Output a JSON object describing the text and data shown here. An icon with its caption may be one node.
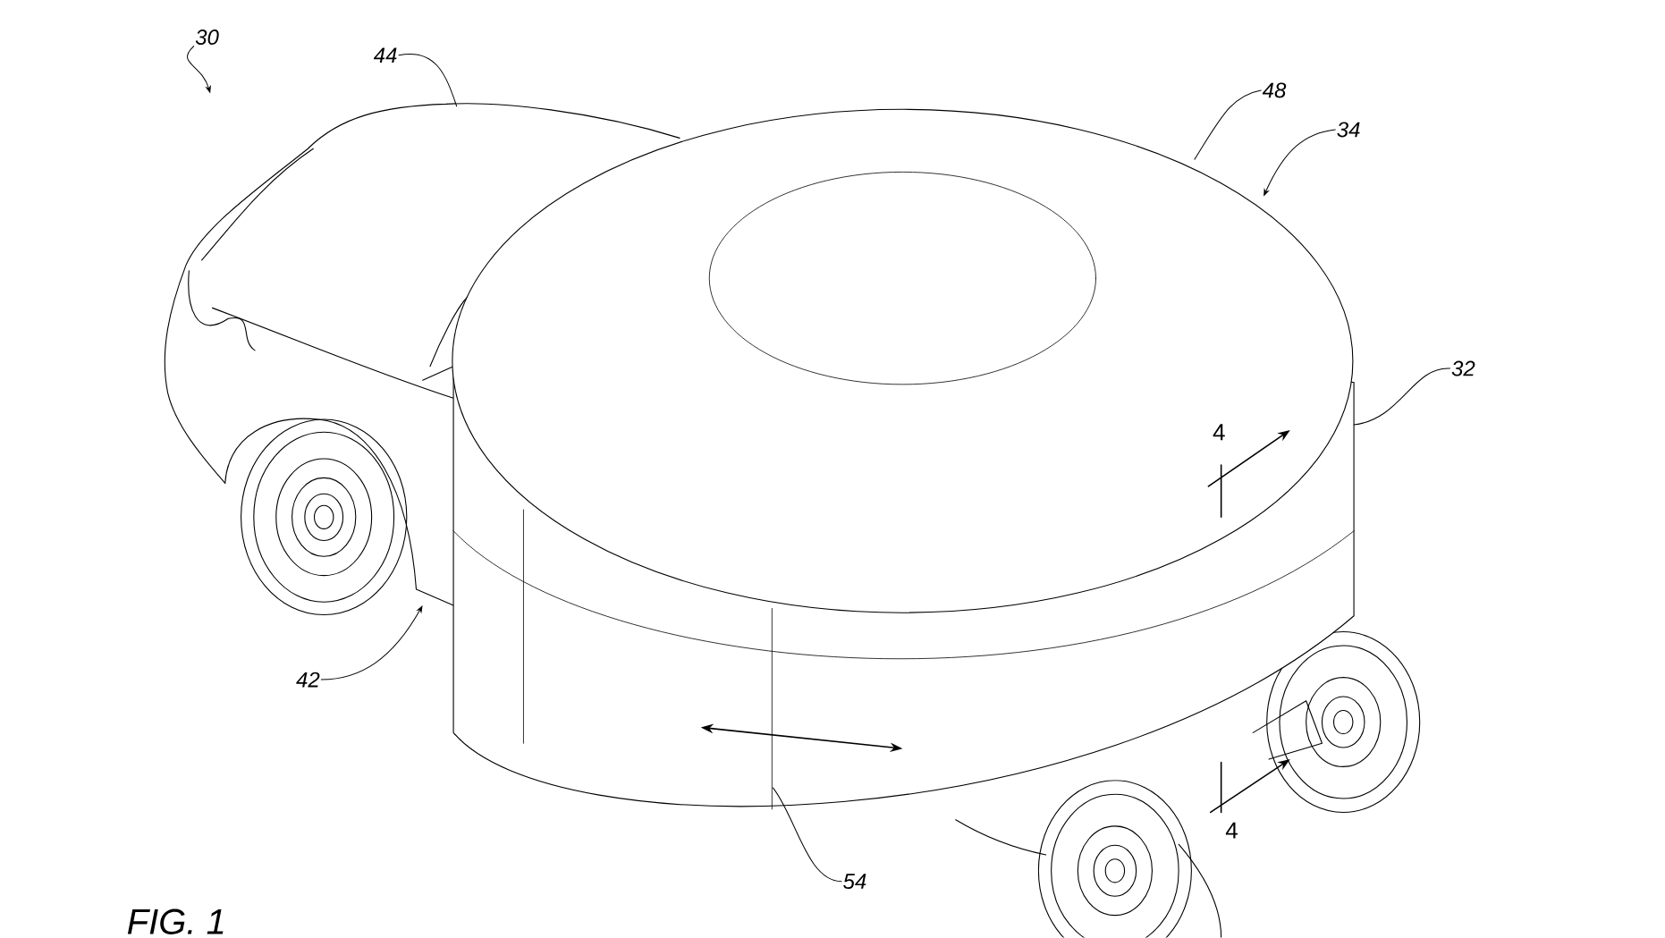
{
  "diagram": {
    "caption": "FIG. 1",
    "nodes": [
      {
        "text": [
          "30"
        ]
      },
      {
        "text": [
          "44"
        ]
      },
      {
        "text": [
          "48"
        ]
      },
      {
        "text": [
          "34"
        ]
      },
      {
        "text": [
          "32"
        ]
      },
      {
        "text": [
          "42"
        ]
      },
      {
        "text": [
          "54"
        ]
      }
    ],
    "edges": [
      {
        "from": 0,
        "to": null,
        "arrow": "to"
      },
      {
        "from": 1,
        "to": null,
        "arrow": "none"
      },
      {
        "from": 2,
        "to": null,
        "arrow": "none"
      },
      {
        "from": 3,
        "to": null,
        "arrow": "to"
      },
      {
        "from": 4,
        "to": null,
        "arrow": "none"
      },
      {
        "from": 5,
        "to": null,
        "arrow": "to"
      },
      {
        "from": 6,
        "to": null,
        "arrow": "none"
      }
    ],
    "labels": [
      "4",
      "4"
    ]
  }
}
